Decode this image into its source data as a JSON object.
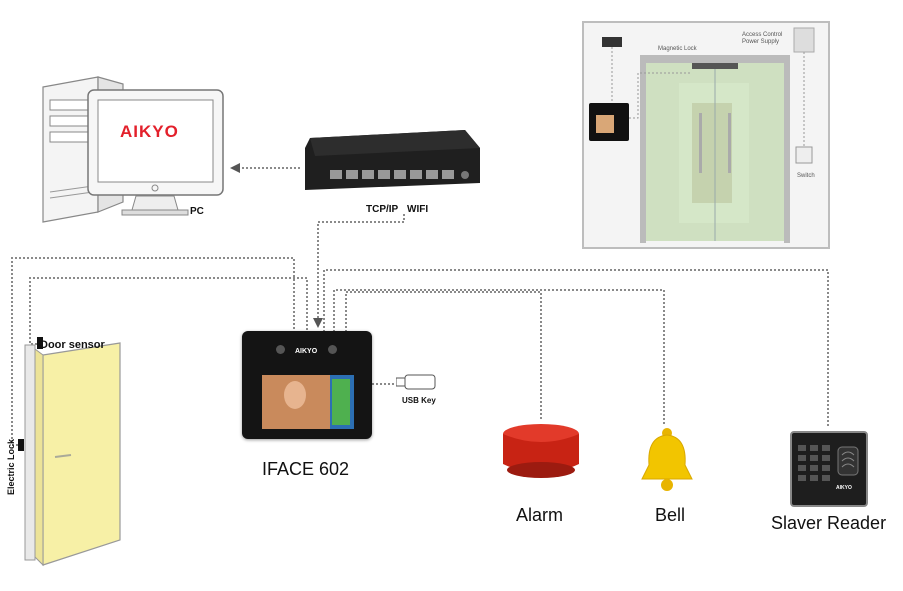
{
  "labels": {
    "pc": "PC",
    "monitor_brand": "AIKYO",
    "tcpip": "TCP/IP",
    "wifi": "WIFI",
    "door_sensor": "Door sensor",
    "electric_lock": "Electric Lock",
    "device_brand": "AIKYO",
    "device_name": "IFACE 602",
    "usb_key": "USB Key",
    "alarm": "Alarm",
    "bell": "Bell",
    "slaver_reader": "Slaver Reader",
    "reader_brand": "AIKYO"
  },
  "inset": {
    "magnetic_lock": "Magnetic Lock",
    "access_control_power_supply": "Access Control\nPower Supply",
    "switch": "Switch"
  },
  "colors": {
    "wire": "#8a8a8a",
    "door": "#f7f0a6",
    "alarm": "#d42a1a",
    "bell": "#f2c500",
    "brand": "#e3202b"
  }
}
